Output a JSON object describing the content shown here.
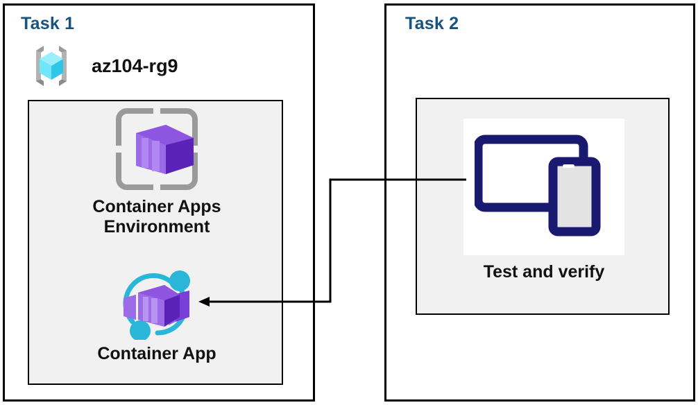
{
  "diagram": {
    "title": "Azure Container Apps task diagram",
    "background_color": "#FFFFFF",
    "panel_fill": "#F1F1F1",
    "border_color": "#000000",
    "title_color": "#17537E",
    "label_color": "#111111",
    "accent_purple": "#7A3FD6",
    "accent_cyan": "#29B6D8",
    "accent_navy": "#191970",
    "icon_gray": "#9A9A9A"
  },
  "task1": {
    "title": "Task 1",
    "resource_group": {
      "name": "az104-rg9",
      "icon": "resource-group-icon"
    },
    "items": [
      {
        "label": "Container Apps\nEnvironment",
        "icon": "container-apps-environment-icon"
      },
      {
        "label": "Container App",
        "icon": "container-app-icon"
      }
    ]
  },
  "task2": {
    "title": "Task 2",
    "items": [
      {
        "label": "Test and verify",
        "icon": "devices-test-icon"
      }
    ]
  },
  "connector": {
    "from": "Test and verify",
    "to": "Container App",
    "direction": "left",
    "style": "orthogonal-elbow",
    "arrowhead": "solid-triangle",
    "color": "#000000"
  }
}
